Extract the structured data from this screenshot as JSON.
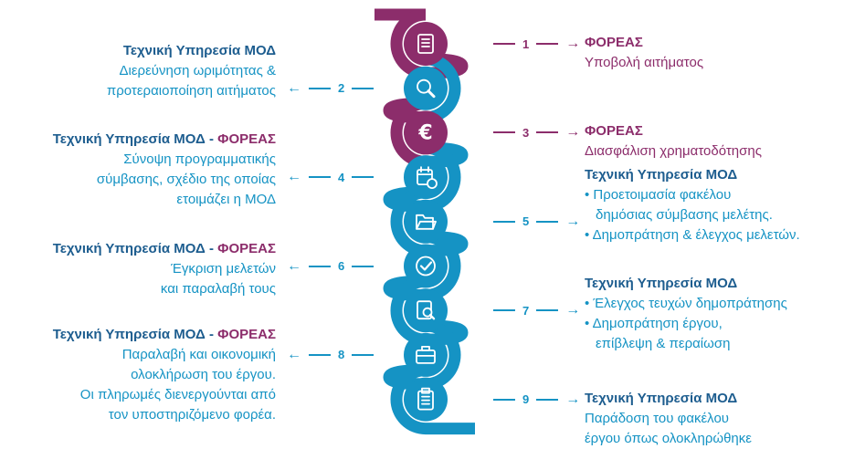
{
  "colors": {
    "purple": "#8c2d6b",
    "blue": "#1593c4",
    "dark_blue": "#1d5d8f"
  },
  "steps": [
    {
      "num": "1",
      "icon": "document-icon",
      "side": "right",
      "color": "purple",
      "title": "ΦΟΡΕΑΣ",
      "lines": [
        "Υποβολή αιτήματος"
      ]
    },
    {
      "num": "2",
      "icon": "search-icon",
      "side": "left",
      "color": "blue",
      "title": "Τεχνική Υπηρεσία ΜΟΔ",
      "lines": [
        "Διερεύνηση ωριμότητας &",
        "προτεραιοποίηση αιτήματος"
      ]
    },
    {
      "num": "3",
      "icon": "euro-icon",
      "side": "right",
      "color": "purple",
      "title": "ΦΟΡΕΑΣ",
      "lines": [
        "Διασφάλιση χρηματοδότησης"
      ]
    },
    {
      "num": "4",
      "icon": "calendar-icon",
      "side": "left",
      "color": "blue",
      "title": "Τεχνική Υπηρεσία ΜΟΔ - ",
      "title_org": "ΦΟΡΕΑΣ",
      "lines": [
        "Σύνοψη προγραμματικής",
        "σύμβασης, σχέδιο της οποίας",
        "ετοιμάζει η ΜΟΔ"
      ]
    },
    {
      "num": "5",
      "icon": "folder-icon",
      "side": "right",
      "color": "blue",
      "title": "Τεχνική Υπηρεσία ΜΟΔ",
      "bullets": [
        [
          "• Προετοιμασία φακέλου",
          "δημόσιας σύμβασης μελέτης."
        ],
        [
          "• Δημοπράτηση & έλεγχος μελετών."
        ]
      ]
    },
    {
      "num": "6",
      "icon": "checkmark-icon",
      "side": "left",
      "color": "blue",
      "title": "Τεχνική Υπηρεσία ΜΟΔ - ",
      "title_org": "ΦΟΡΕΑΣ",
      "lines": [
        "Έγκριση μελετών",
        "και παραλαβή τους"
      ]
    },
    {
      "num": "7",
      "icon": "document-search-icon",
      "side": "right",
      "color": "blue",
      "title": "Τεχνική Υπηρεσία ΜΟΔ",
      "bullets": [
        [
          "• Έλεγχος τευχών δημοπράτησης"
        ],
        [
          "• Δημοπράτηση έργου,",
          "επίβλεψη & περαίωση"
        ]
      ]
    },
    {
      "num": "8",
      "icon": "briefcase-icon",
      "side": "left",
      "color": "blue",
      "title": "Τεχνική Υπηρεσία ΜΟΔ - ",
      "title_org": "ΦΟΡΕΑΣ",
      "lines": [
        "Παραλαβή και οικονομική",
        "ολοκλήρωση του έργου.",
        "Οι πληρωμές διενεργούνται από",
        "τον υποστηριζόμενο φορέα."
      ]
    },
    {
      "num": "9",
      "icon": "clipboard-icon",
      "side": "right",
      "color": "blue",
      "title": "Τεχνική Υπηρεσία ΜΟΔ",
      "lines": [
        "Παράδοση του φακέλου",
        "έργου όπως ολοκληρώθηκε"
      ]
    }
  ]
}
